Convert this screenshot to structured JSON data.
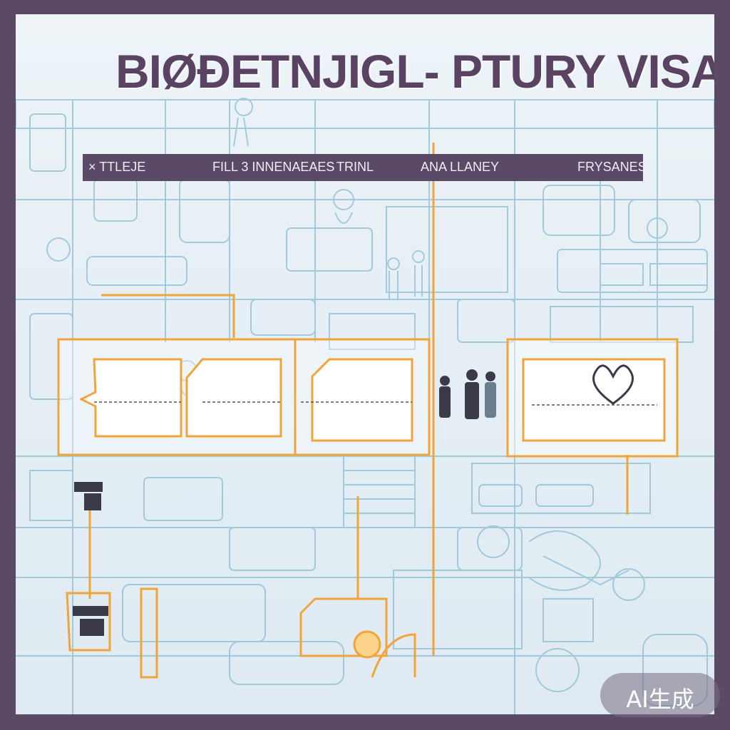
{
  "title": "BIØÐETNJIGL- PTURY VISA",
  "header": {
    "cells": [
      "× TTLEJE",
      "FILL 3 INNENAEAES",
      "TRINL",
      "ANA LLANEY",
      "FRYSANES"
    ]
  },
  "badge": {
    "label": "AI生成"
  },
  "colors": {
    "frame": "#5a4a66",
    "accent": "#f0a53a",
    "sketch": "#8bbfd4",
    "title": "#5a4362"
  },
  "icons": [
    "people-figures-icon",
    "heart-icon",
    "printer-icon",
    "chair-icon"
  ]
}
